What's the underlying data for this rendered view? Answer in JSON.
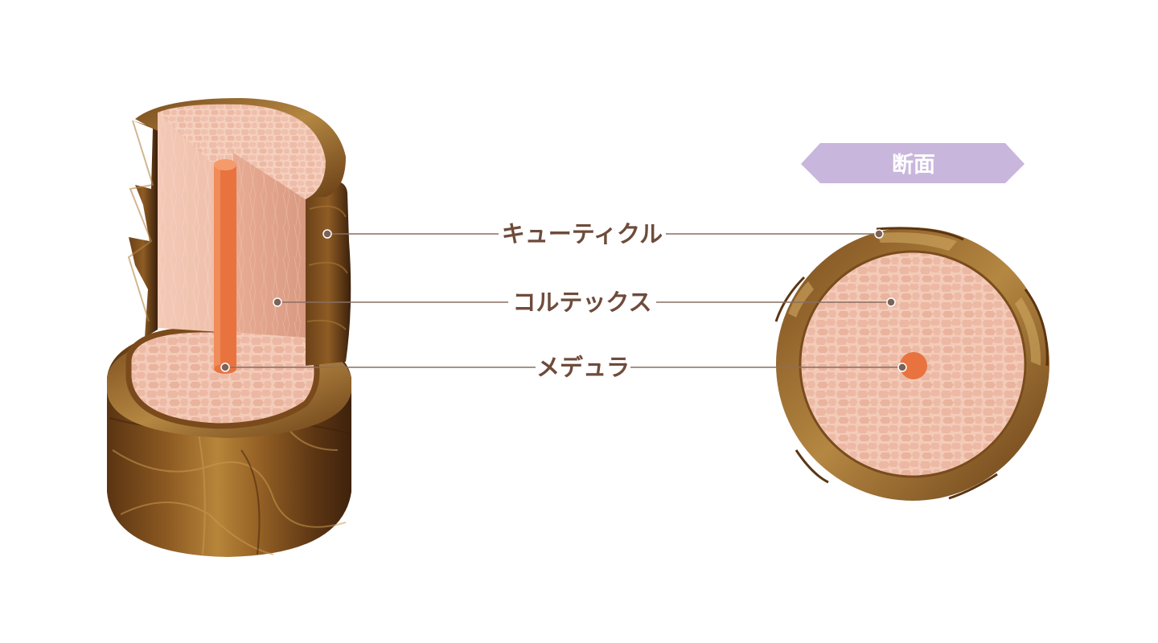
{
  "section_badge": "断面",
  "labels": {
    "cuticle": "キューティクル",
    "cortex": "コルテックス",
    "medulla": "メデュラ"
  },
  "colors": {
    "cuticle_dark": "#4a2a12",
    "cuticle_mid": "#8a5a26",
    "cuticle_light": "#b8893f",
    "cortex_fill": "#f0c2ae",
    "cortex_cells": "#e4a791",
    "medulla": "#e8733f",
    "badge": "#c9b6dc",
    "label_text": "#6e4b3b"
  }
}
